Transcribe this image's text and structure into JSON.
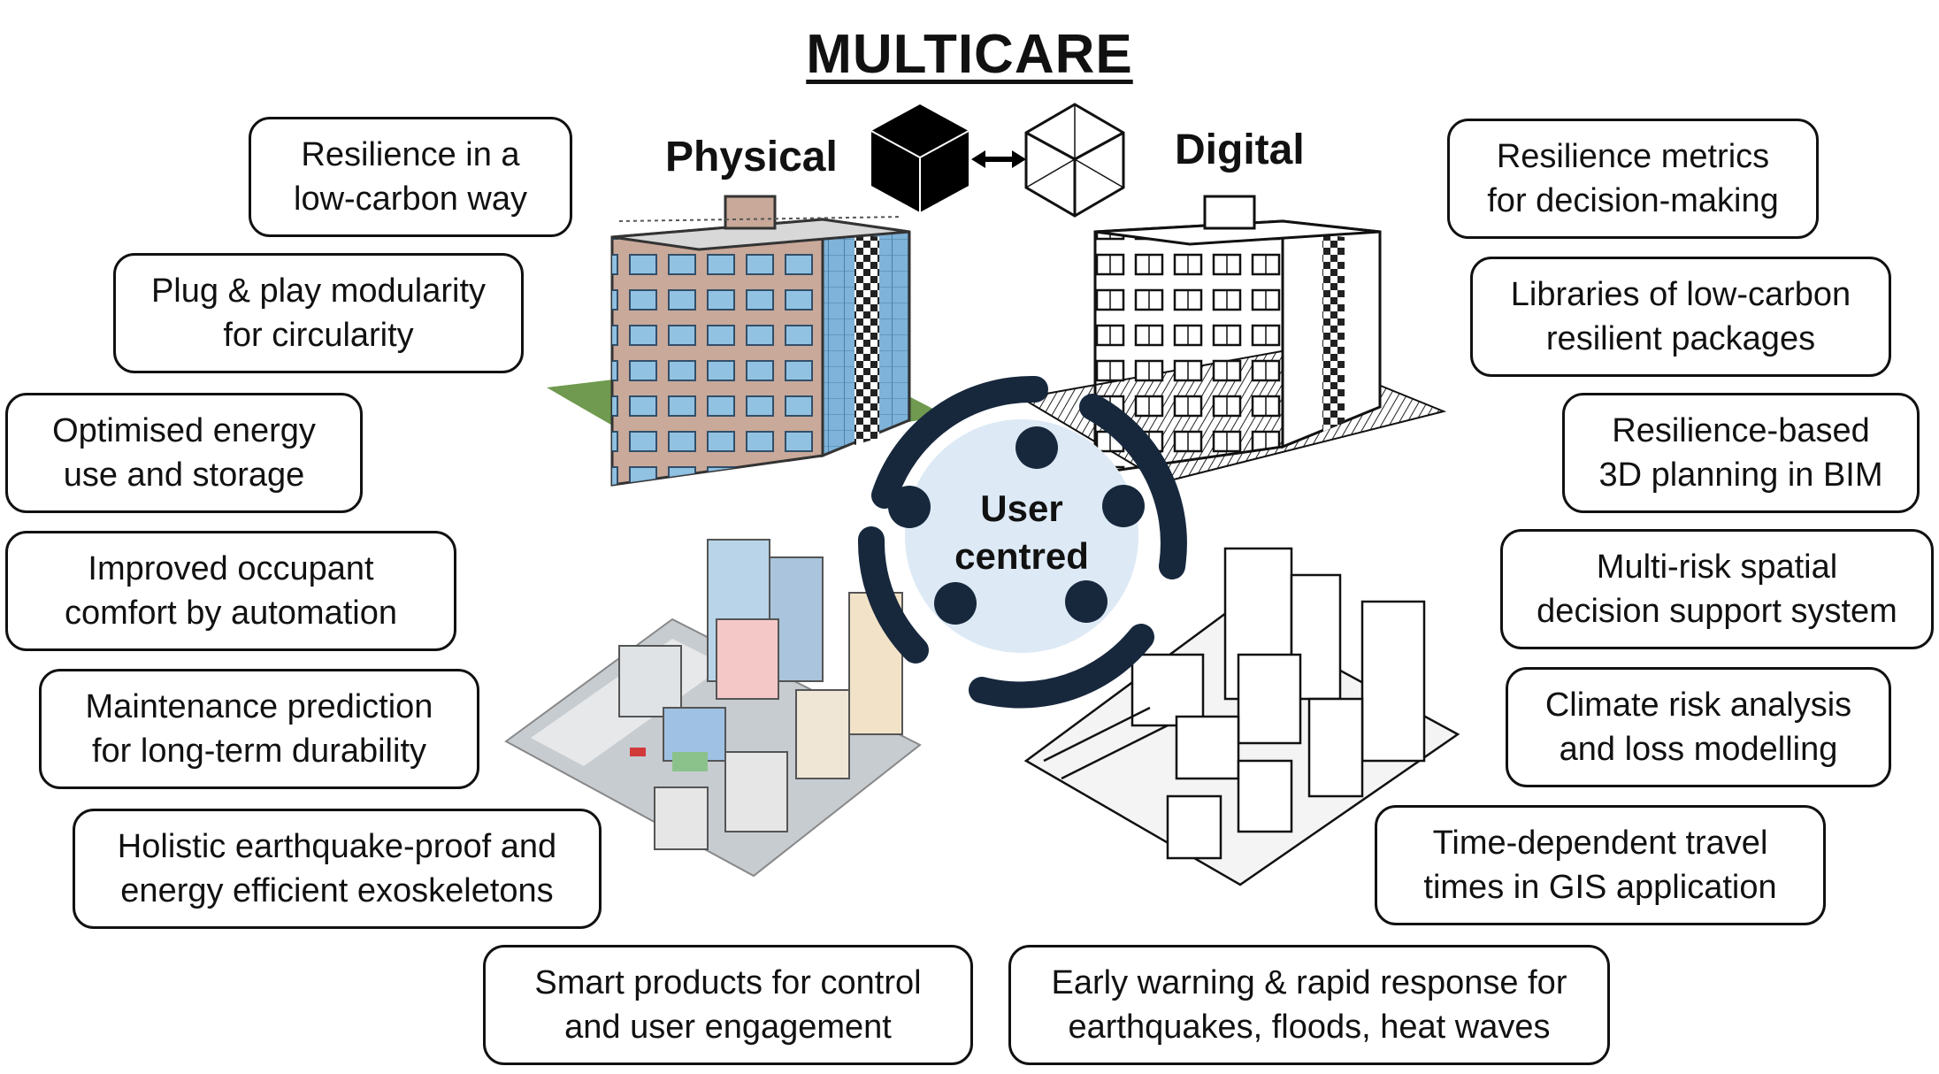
{
  "title": "MULTICARE",
  "labels": {
    "physical": "Physical",
    "digital": "Digital",
    "center_line1": "User",
    "center_line2": "centred"
  },
  "left_boxes": [
    {
      "line1": "Resilience in a",
      "line2": "low-carbon way"
    },
    {
      "line1": "Plug & play modularity",
      "line2": "for circularity"
    },
    {
      "line1": "Optimised energy",
      "line2": "use and storage"
    },
    {
      "line1": "Improved occupant",
      "line2": "comfort by automation"
    },
    {
      "line1": "Maintenance prediction",
      "line2": "for long-term durability"
    },
    {
      "line1": "Holistic earthquake-proof and",
      "line2": "energy efficient exoskeletons"
    }
  ],
  "right_boxes": [
    {
      "line1": "Resilience metrics",
      "line2": "for decision-making"
    },
    {
      "line1": "Libraries of low-carbon",
      "line2": "resilient packages"
    },
    {
      "line1": "Resilience-based",
      "line2": "3D planning in BIM"
    },
    {
      "line1": "Multi-risk spatial",
      "line2": "decision support system"
    },
    {
      "line1": "Climate risk analysis",
      "line2": "and loss modelling"
    },
    {
      "line1": "Time-dependent travel",
      "line2": "times in GIS application"
    }
  ],
  "bottom_boxes": [
    {
      "line1": "Smart products for control",
      "line2": "and user engagement"
    },
    {
      "line1": "Early warning & rapid response for",
      "line2": "earthquakes, floods, heat waves"
    }
  ],
  "colors": {
    "ink": "#111111",
    "facade": "#c9a99a",
    "glass": "#7fb3d9",
    "lawn": "#6f9a4f",
    "ring": "#17283d",
    "ring_center": "#dde9f5"
  }
}
